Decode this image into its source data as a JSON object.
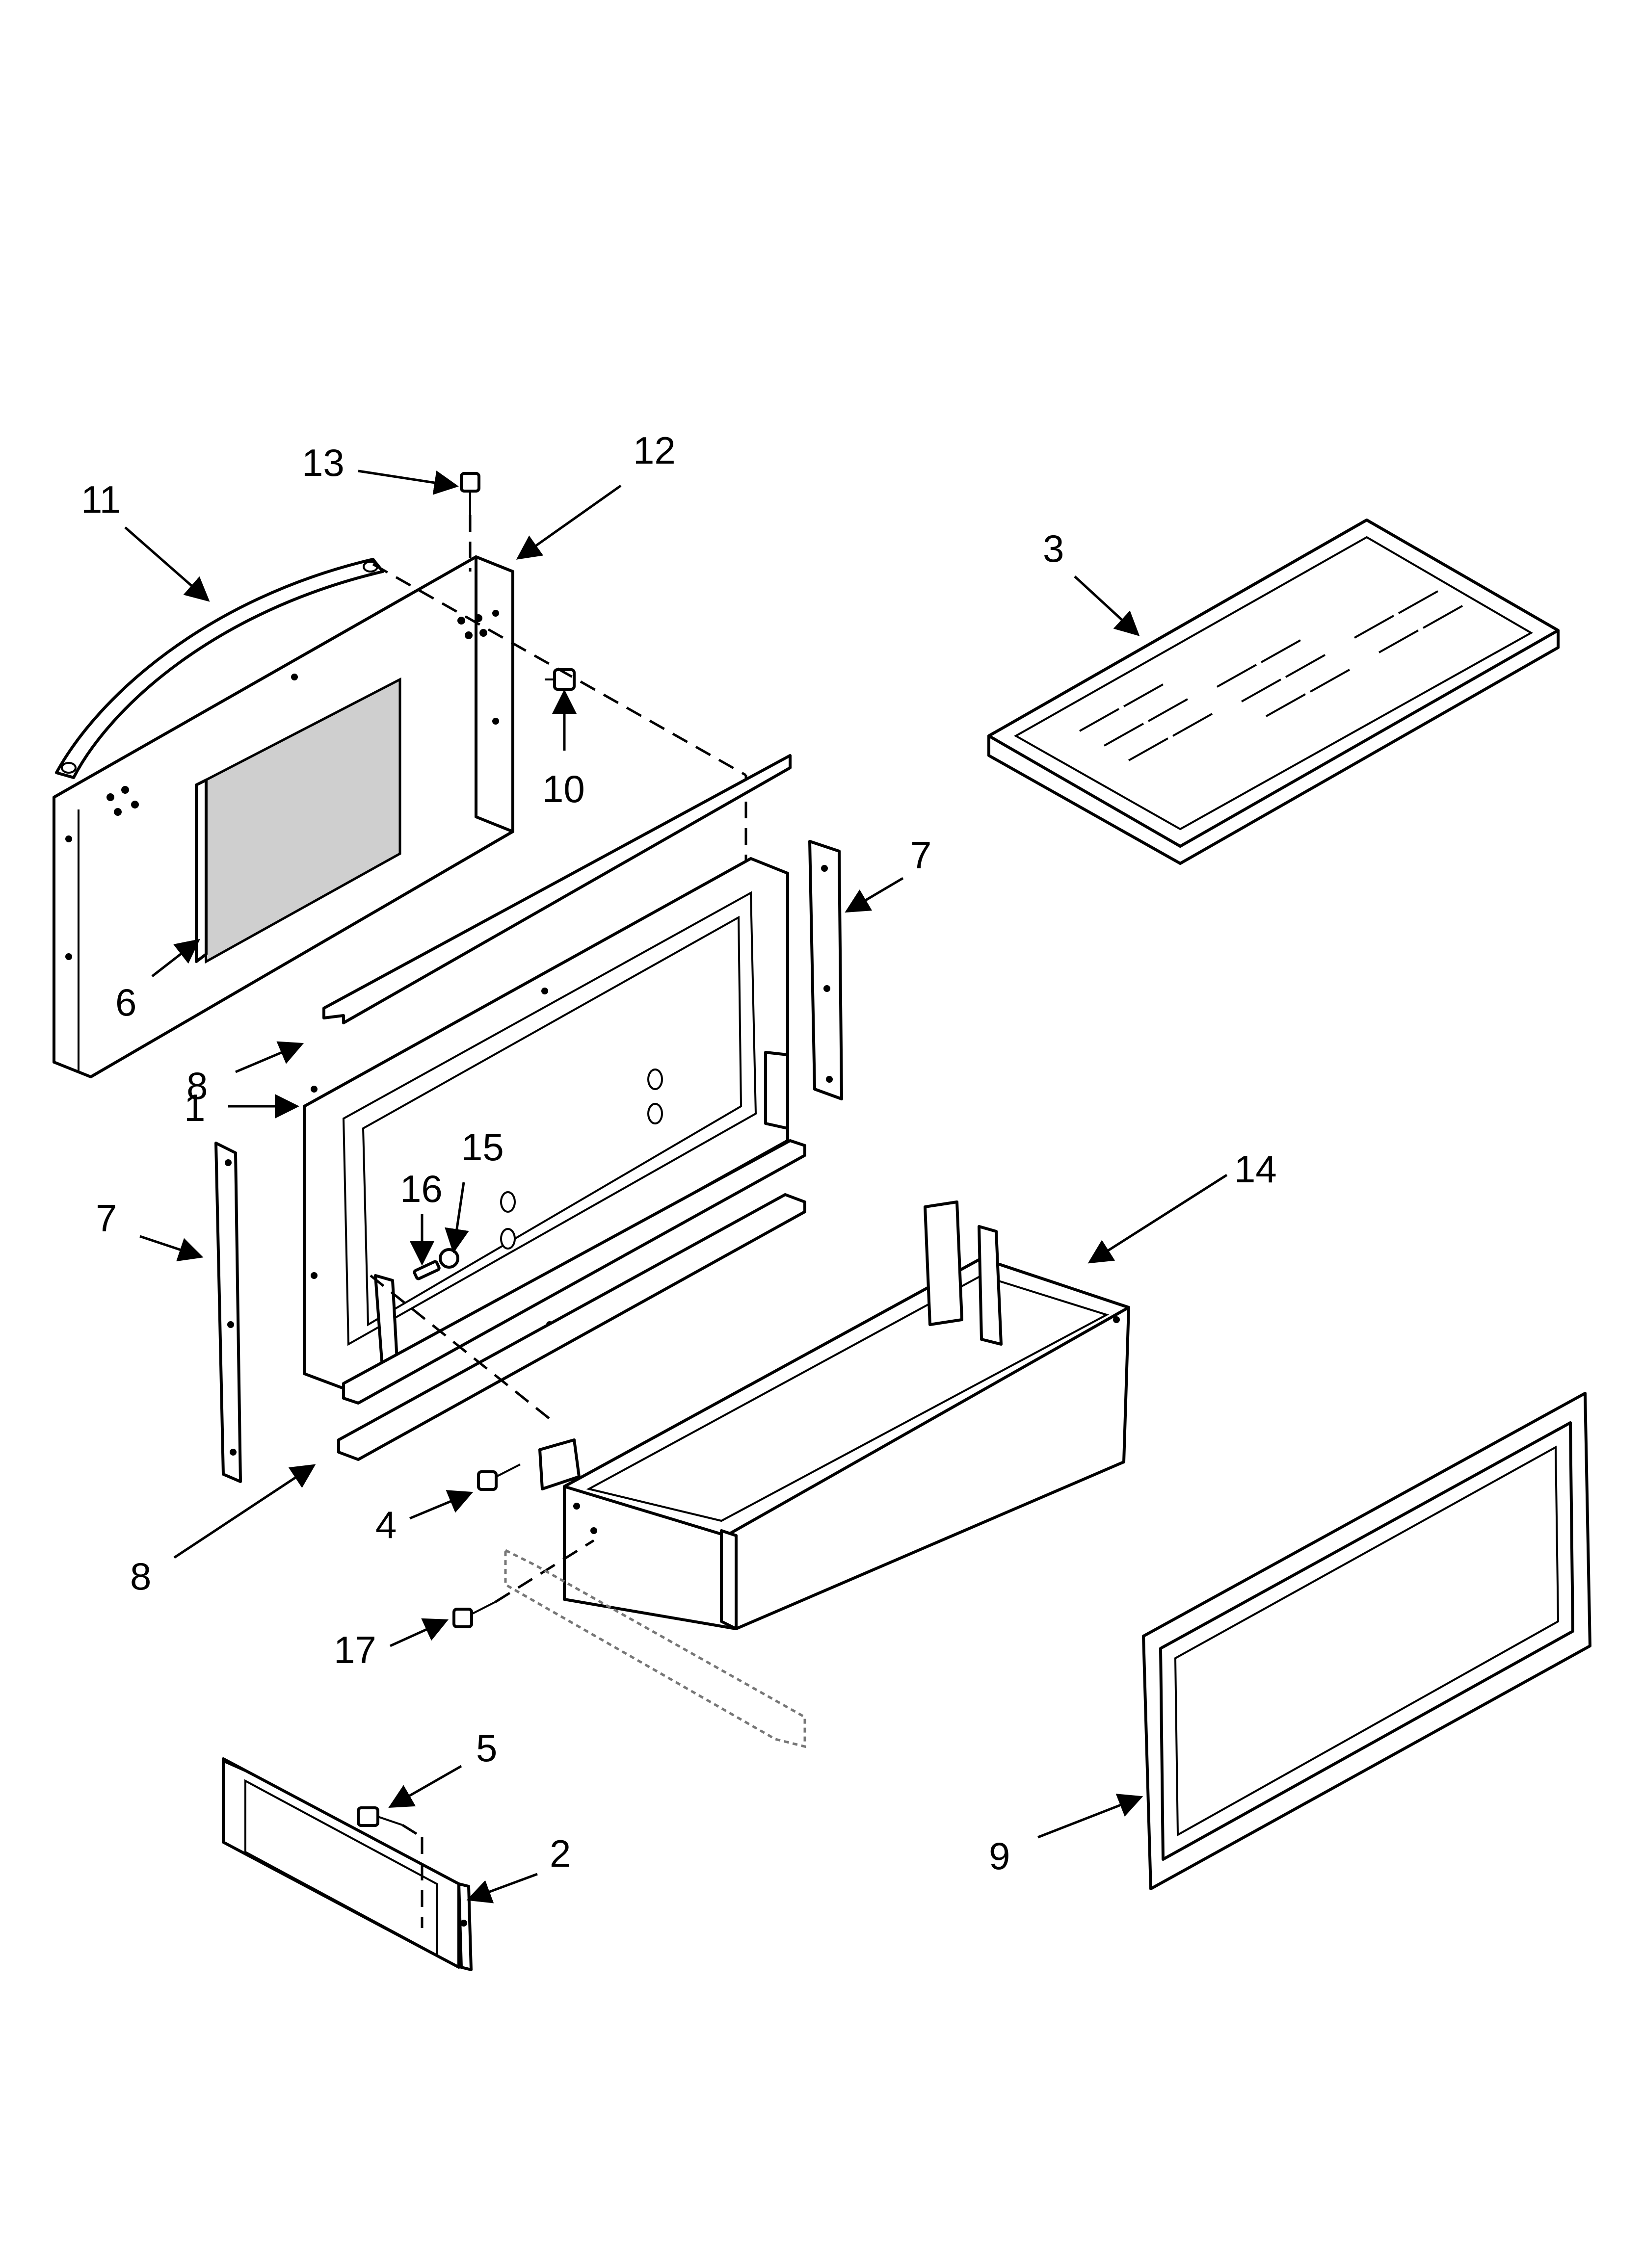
{
  "diagram": {
    "callouts": [
      {
        "id": "c11",
        "label": "11"
      },
      {
        "id": "c13",
        "label": "13"
      },
      {
        "id": "c12",
        "label": "12"
      },
      {
        "id": "c3",
        "label": "3"
      },
      {
        "id": "c10",
        "label": "10"
      },
      {
        "id": "c7a",
        "label": "7"
      },
      {
        "id": "c6",
        "label": "6"
      },
      {
        "id": "c8a",
        "label": "8"
      },
      {
        "id": "c1",
        "label": "1"
      },
      {
        "id": "c16",
        "label": "16"
      },
      {
        "id": "c15",
        "label": "15"
      },
      {
        "id": "c14",
        "label": "14"
      },
      {
        "id": "c7b",
        "label": "7"
      },
      {
        "id": "c4",
        "label": "4"
      },
      {
        "id": "c8b",
        "label": "8"
      },
      {
        "id": "c17",
        "label": "17"
      },
      {
        "id": "c5",
        "label": "5"
      },
      {
        "id": "c2",
        "label": "2"
      },
      {
        "id": "c9",
        "label": "9"
      }
    ],
    "parts": [
      {
        "name": "door-panel"
      },
      {
        "name": "door-liner"
      },
      {
        "name": "handle"
      },
      {
        "name": "crisper-rack"
      },
      {
        "name": "drawer-basket"
      },
      {
        "name": "door-gasket"
      },
      {
        "name": "kick-plate"
      },
      {
        "name": "side-trim"
      },
      {
        "name": "top-bottom-trim"
      },
      {
        "name": "insulation-panel"
      },
      {
        "name": "screws"
      },
      {
        "name": "drawer-slide"
      }
    ]
  }
}
